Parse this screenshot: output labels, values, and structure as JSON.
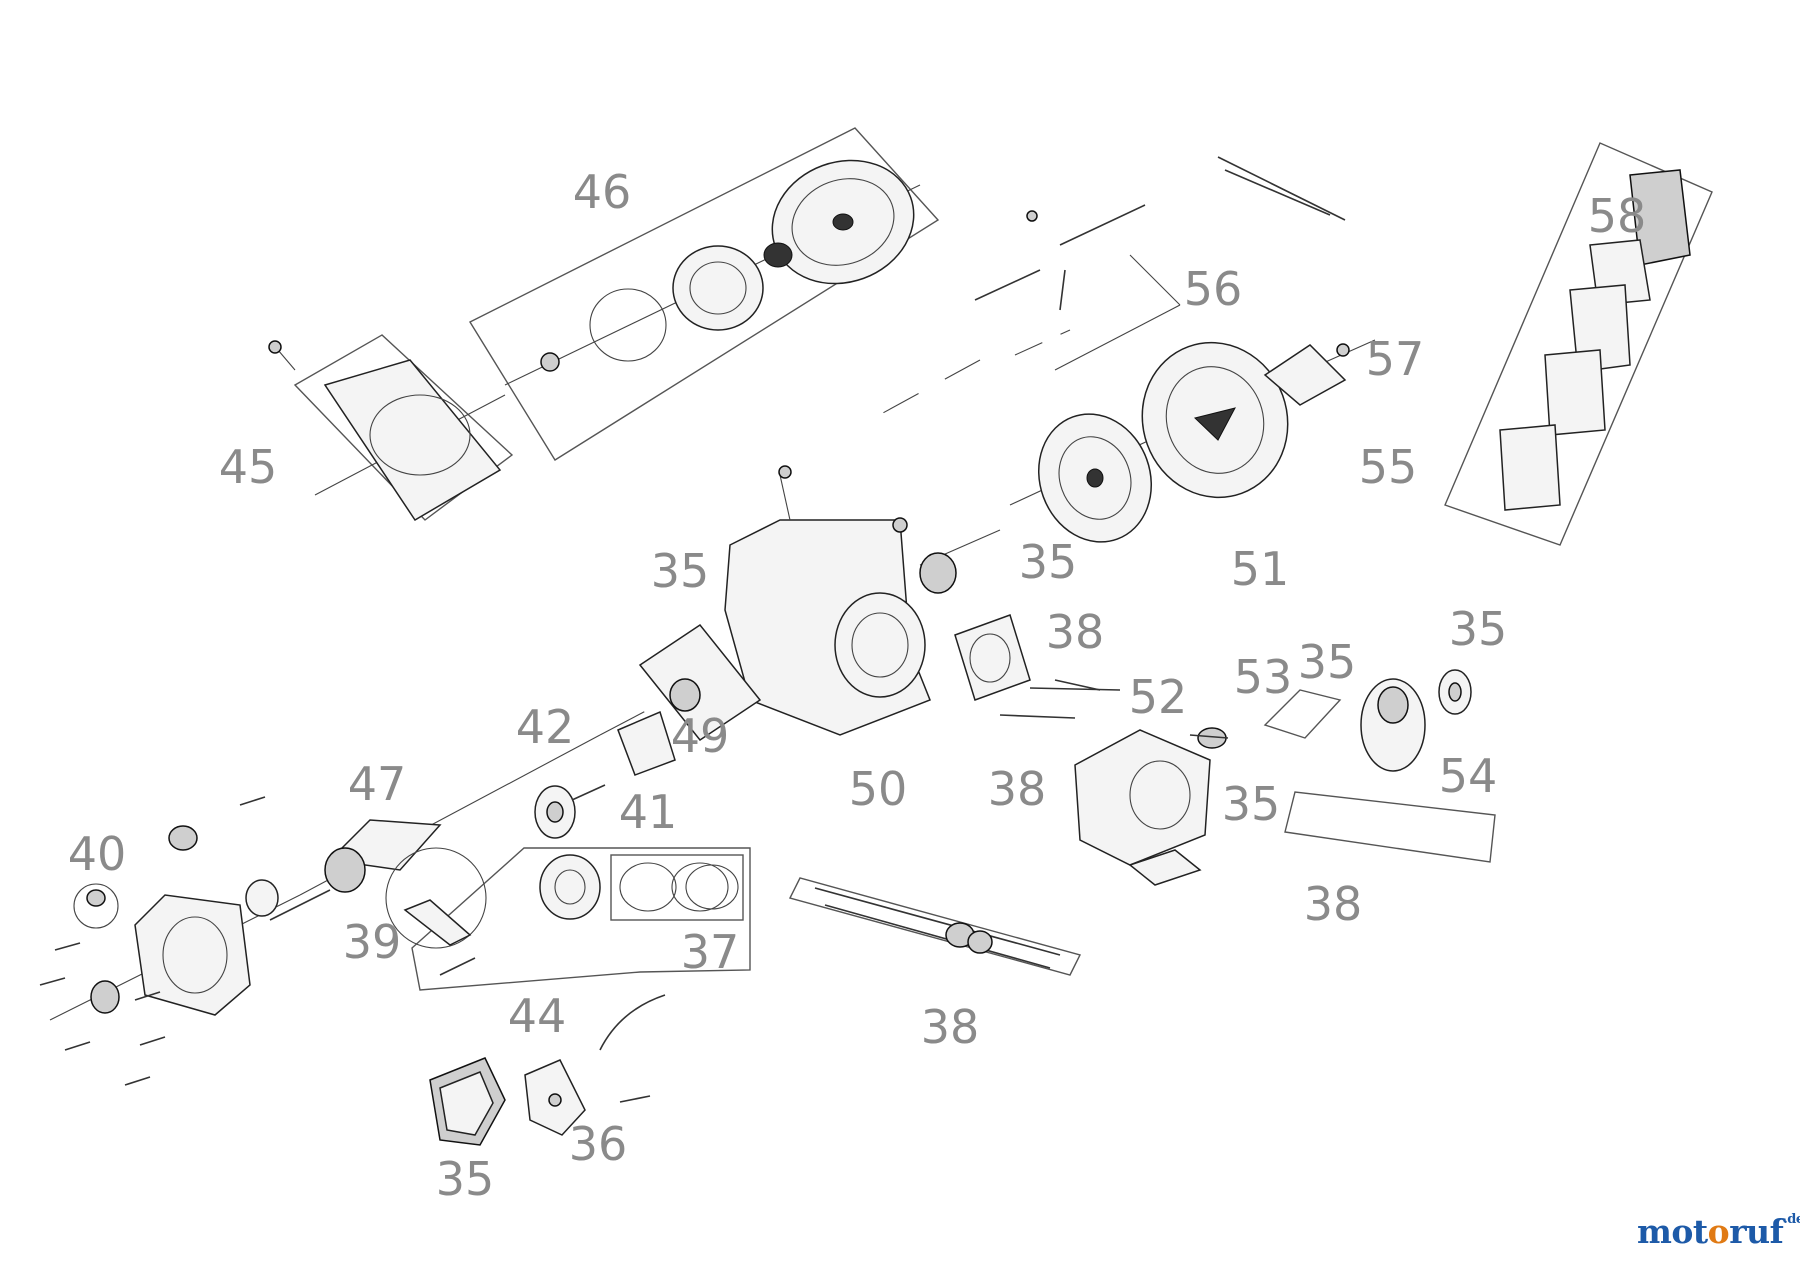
{
  "watermark": {
    "part1": "mot",
    "part2": "o",
    "part3": "ruf",
    "suffix": ".de"
  },
  "labels": [
    "46",
    "45",
    "56",
    "57",
    "58",
    "55",
    "35",
    "35",
    "38",
    "51",
    "52",
    "53",
    "35",
    "35",
    "42",
    "49",
    "47",
    "41",
    "50",
    "38",
    "54",
    "35",
    "40",
    "39",
    "37",
    "44",
    "38",
    "38",
    "35",
    "36"
  ],
  "colors": {
    "label": "#8a8a8a",
    "brand_blue": "#1d5aa8",
    "brand_orange": "#e07a14"
  }
}
